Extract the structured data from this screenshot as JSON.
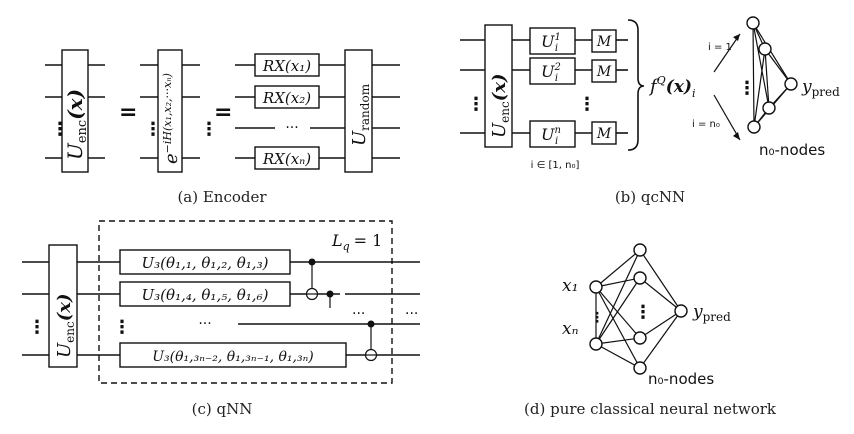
{
  "captions": {
    "a": "(a) Encoder",
    "b": "(b) qcNN",
    "c": "(c) qNN",
    "d": "(d) pure classical neural network"
  },
  "encoder": {
    "u_enc": "U",
    "u_enc_sub": "enc",
    "u_enc_arg": "(x)",
    "exp_base": "e",
    "exp_sup": "−iH(x₁,x₂,···xₙ)",
    "equals": "=",
    "dots": "⋮",
    "hdots": "···",
    "rx_labels": [
      "RX(x₁)",
      "RX(x₂)",
      "RX(xₙ)"
    ],
    "u_random": "U",
    "u_random_sub": "random"
  },
  "qcnn": {
    "u_labels": [
      "U",
      "U",
      "U"
    ],
    "u_sups": [
      "1",
      "2",
      "n"
    ],
    "u_sub": "i",
    "m_label": "M",
    "range": "i ∈ [1, n₀]",
    "fq": "f",
    "fq_sup": "Q",
    "fq_tail": "(x)",
    "fq_sub": "i",
    "i1": "i = 1",
    "in0": "i = n₀",
    "ypred": "y",
    "ypred_sub": "pred",
    "nodes": "n₀-nodes"
  },
  "qnn": {
    "lq": "L",
    "lq_sub": "q",
    "lq_val": "= 1",
    "u3": [
      "U₃(θ₁,₁, θ₁,₂, θ₁,₃)",
      "U₃(θ₁,₄, θ₁,₅, θ₁,₆)",
      "U₃(θ₁,₃ₙ₋₂, θ₁,₃ₙ₋₁, θ₁,₃ₙ)"
    ]
  },
  "classical": {
    "x1": "x₁",
    "xn": "xₙ",
    "ypred": "y",
    "ypred_sub": "pred",
    "nodes": "n₀-nodes"
  }
}
